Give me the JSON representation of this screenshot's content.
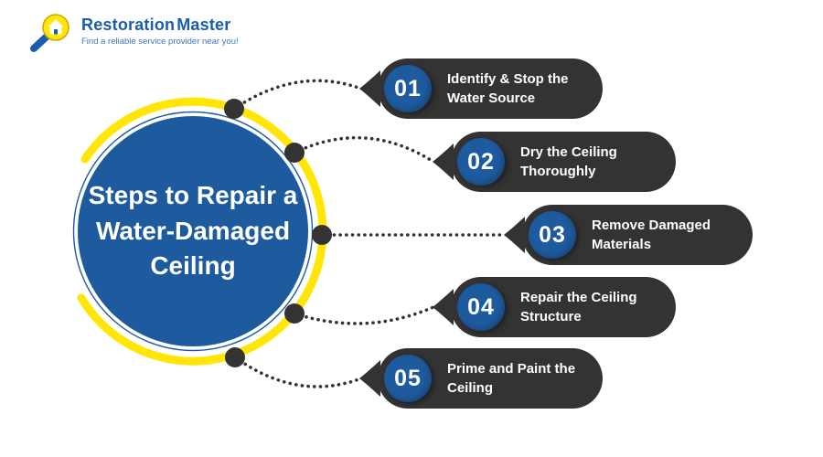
{
  "brand": {
    "name_part1": "Restoration",
    "name_part2": "Master",
    "tagline": "Find a reliable service provider near you!"
  },
  "center": {
    "title": "Steps to Repair a Water-Damaged Ceiling"
  },
  "steps": [
    {
      "number": "01",
      "label": "Identify & Stop the Water Source"
    },
    {
      "number": "02",
      "label": "Dry the Ceiling Thoroughly"
    },
    {
      "number": "03",
      "label": "Remove Damaged Materials"
    },
    {
      "number": "04",
      "label": "Repair the Ceiling Structure"
    },
    {
      "number": "05",
      "label": "Prime and Paint the Ceiling"
    }
  ],
  "colors": {
    "blue": "#1E5A9E",
    "dark": "#333333",
    "yellow": "#FFE607",
    "logo_blue": "#1A5DAD",
    "tagline_blue": "#3D74BE",
    "white": "#FFFFFF"
  }
}
